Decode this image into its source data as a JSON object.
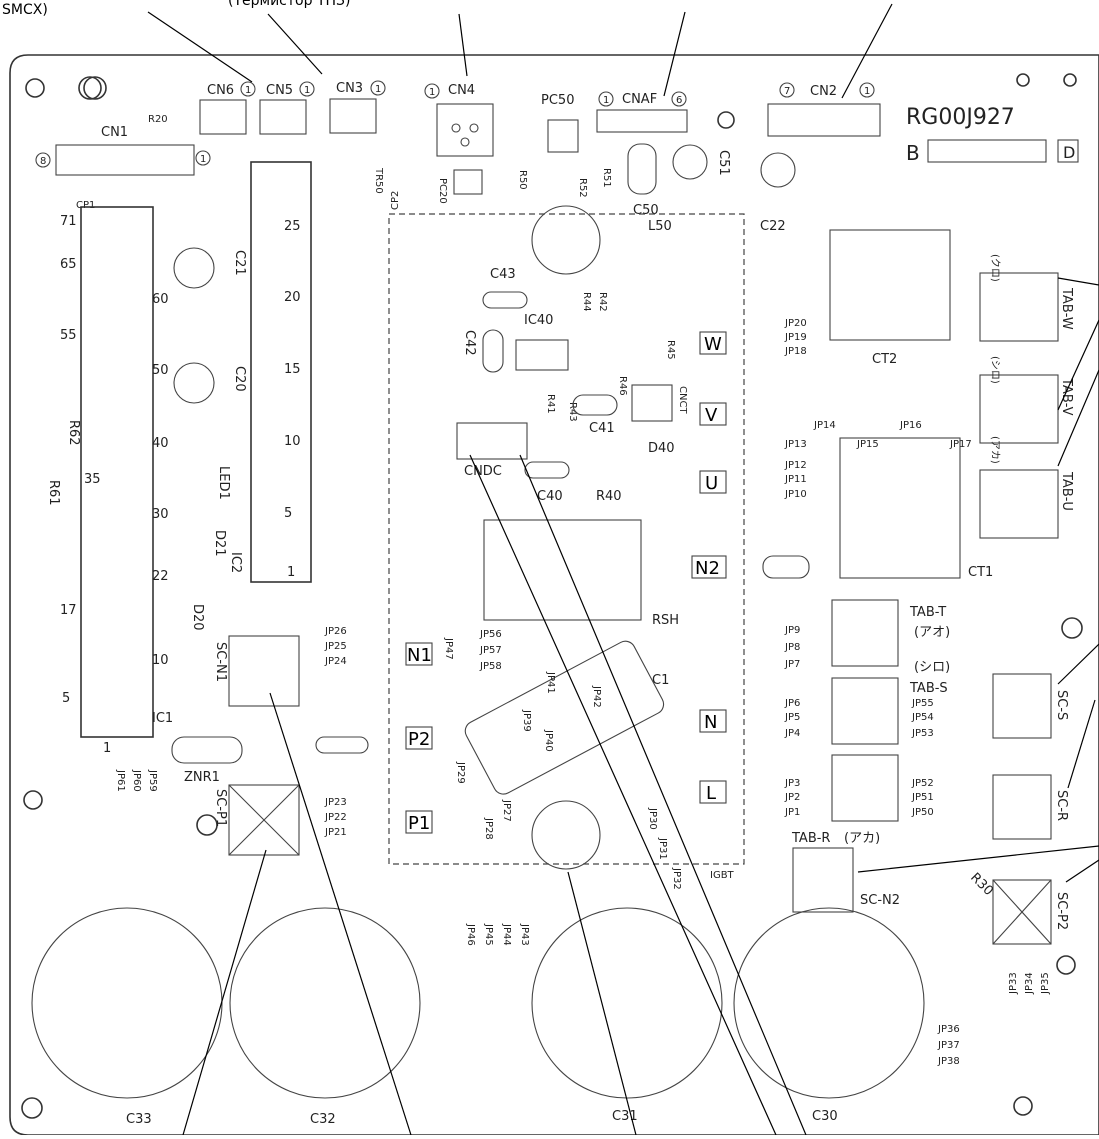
{
  "header": {
    "left_partial": "SMCX)",
    "thermistor_partial": "(Термистор ТНЗ)"
  },
  "board": {
    "model": "RG00J927",
    "rev_prefix": "B",
    "rev_suffix": "D"
  },
  "connectors": {
    "cn6": "CN6",
    "cn5": "CN5",
    "cn3": "CN3",
    "cn4": "CN4",
    "cnaf": "CNAF",
    "cn2": "CN2",
    "cn1": "CN1",
    "cndc": "CNDC",
    "cnct": "CNCT"
  },
  "pin_marks": {
    "one": "1",
    "six": "6",
    "seven": "7",
    "eight": "8"
  },
  "terminals_boxed": {
    "w": "W",
    "v": "V",
    "u": "U",
    "n2": "N2",
    "n": "N",
    "l": "L",
    "n1": "N1",
    "p2": "P2",
    "p1": "P1"
  },
  "tabs": {
    "tab_w": "TAB-W",
    "tab_v": "TAB-V",
    "tab_u": "TAB-U",
    "tab_t": "TAB-T",
    "tab_s": "TAB-S",
    "tab_r": "TAB-R",
    "kuro": "(クロ)",
    "shiro1": "(シロ)",
    "aka1": "(アカ)",
    "ao": "(アオ)",
    "shiro2": "(シロ)",
    "aka2": "(アカ)"
  },
  "sc_terminals": {
    "sc_s": "SC-S",
    "sc_r": "SC-R",
    "sc_p2": "SC-P2",
    "sc_n2": "SC-N2",
    "sc_n1": "SC-N1",
    "sc_p1": "SC-P1"
  },
  "components": {
    "c43": "C43",
    "c42": "C42",
    "c41": "C41",
    "c40": "C40",
    "c50": "C50",
    "c51": "C51",
    "c22": "C22",
    "c21": "C21",
    "c20": "C20",
    "c1": "C1",
    "c33": "C33",
    "c32": "C32",
    "c31": "C31",
    "c30": "C30",
    "ic40": "IC40",
    "ic1": "IC1",
    "ic2": "IC2",
    "r20": "R20",
    "r50": "R50",
    "r52": "R52",
    "r51": "R51",
    "r42": "R42",
    "r44": "R44",
    "r45": "R45",
    "r46": "R46",
    "r41": "R41",
    "r43": "R43",
    "r40": "R40",
    "r62": "R62",
    "r61": "R61",
    "r30": "R30",
    "pc50": "PC50",
    "pc20": "PC20",
    "tr50": "TR50",
    "cp1": "CP1",
    "cp2": "CP2",
    "l50": "L50",
    "led1": "LED1",
    "d21": "D21",
    "d20": "D20",
    "d40": "D40",
    "znr1": "ZNR1",
    "ct1": "CT1",
    "ct2": "CT2",
    "rsh": "RSH",
    "igbt": "IGBT"
  },
  "ic1_pins": [
    "71",
    "65",
    "60",
    "55",
    "50",
    "40",
    "35",
    "30",
    "22",
    "17",
    "10",
    "5",
    "1"
  ],
  "ic2_pins": [
    "25",
    "20",
    "15",
    "10",
    "5",
    "1"
  ],
  "jumpers": {
    "jp20": "JP20",
    "jp19": "JP19",
    "jp18": "JP18",
    "jp14": "JP14",
    "jp16": "JP16",
    "jp13": "JP13",
    "jp15": "JP15",
    "jp17": "JP17",
    "jp12": "JP12",
    "jp11": "JP11",
    "jp10": "JP10",
    "jp9": "JP9",
    "jp8": "JP8",
    "jp7": "JP7",
    "jp6": "JP6",
    "jp5": "JP5",
    "jp4": "JP4",
    "jp3": "JP3",
    "jp2": "JP2",
    "jp1": "JP1",
    "jp55": "JP55",
    "jp54": "JP54",
    "jp53": "JP53",
    "jp52": "JP52",
    "jp51": "JP51",
    "jp50": "JP50",
    "jp26": "JP26",
    "jp25": "JP25",
    "jp24": "JP24",
    "jp23": "JP23",
    "jp22": "JP22",
    "jp21": "JP21",
    "jp56": "JP56",
    "jp57": "JP57",
    "jp58": "JP58",
    "jp47": "JP47",
    "jp61": "JP61",
    "jp60": "JP60",
    "jp59": "JP59",
    "jp41": "JP41",
    "jp42": "JP42",
    "jp39": "JP39",
    "jp40": "JP40",
    "jp29": "JP29",
    "jp28": "JP28",
    "jp27": "JP27",
    "jp30": "JP30",
    "jp31": "JP31",
    "jp32": "JP32",
    "jp46": "JP46",
    "jp45": "JP45",
    "jp44": "JP44",
    "jp43": "JP43",
    "jp33": "JP33",
    "jp34": "JP34",
    "jp35": "JP35",
    "jp36": "JP36",
    "jp37": "JP37",
    "jp38": "JP38"
  }
}
